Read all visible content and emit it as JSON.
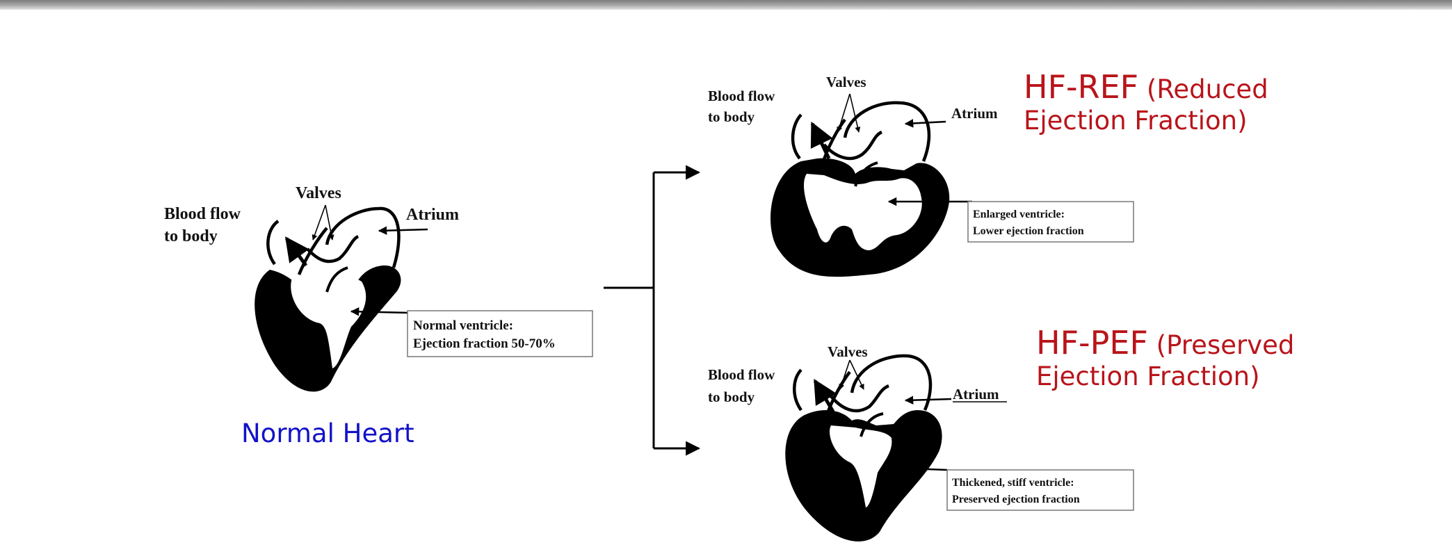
{
  "normal": {
    "valves": "Valves",
    "blood_flow_1": "Blood flow",
    "blood_flow_2": "to body",
    "atrium": "Atrium",
    "box_1": "Normal  ventricle:",
    "box_2": "Ejection fraction 50-70%",
    "caption": "Normal Heart"
  },
  "hfref": {
    "title_main": "HF-REF",
    "title_rest": " (Reduced",
    "title_line2": "Ejection Fraction)",
    "valves": "Valves",
    "blood_flow_1": "Blood flow",
    "blood_flow_2": "to body",
    "atrium": "Atrium",
    "box_1": "Enlarged ventricle:",
    "box_2": "Lower ejection fraction"
  },
  "hfpef": {
    "title_main": "HF-PEF",
    "title_rest": " (Preserved",
    "title_line2": "Ejection Fraction)",
    "valves": "Valves",
    "blood_flow_1": "Blood flow",
    "blood_flow_2": "to body",
    "atrium": "Atrium",
    "box_1": "Thickened, stiff  ventricle:",
    "box_2": "Preserved ejection fraction"
  },
  "colors": {
    "title_red": "#b8141a",
    "caption_blue": "#1212c8",
    "top_bar": "#8a8a8a"
  }
}
